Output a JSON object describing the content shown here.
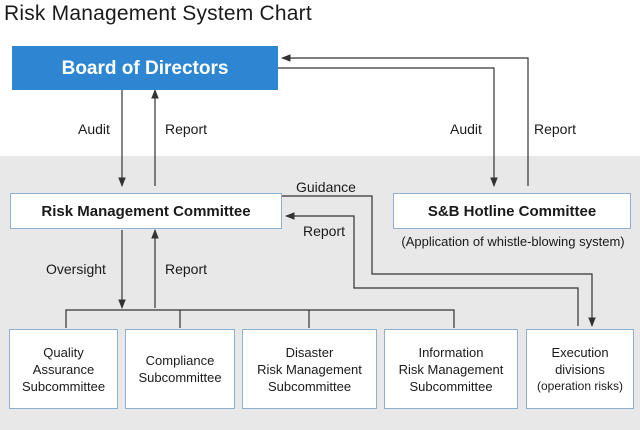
{
  "title": "Risk Management System Chart",
  "nodes": {
    "board": "Board of Directors",
    "rmc": "Risk Management Committee",
    "hotline": "S&B Hotline Committee",
    "hotline_note": "(Application of whistle-blowing system)",
    "quality": "Quality\nAssurance\nSubcommittee",
    "compliance": "Compliance\nSubcommittee",
    "disaster": "Disaster\nRisk Management\nSubcommittee",
    "information": "Information\nRisk Management\nSubcommittee",
    "execution": "Execution\ndivisions",
    "execution_note": "(operation risks)"
  },
  "labels": {
    "audit_left": "Audit",
    "report_left": "Report",
    "audit_right": "Audit",
    "report_right": "Report",
    "guidance": "Guidance",
    "report_mid": "Report",
    "oversight": "Oversight",
    "report_lower": "Report"
  },
  "colors": {
    "board_fill": "#2e86d3",
    "box_border": "#8eb0cc",
    "panel": "#e8e8e8",
    "line": "#333333"
  }
}
